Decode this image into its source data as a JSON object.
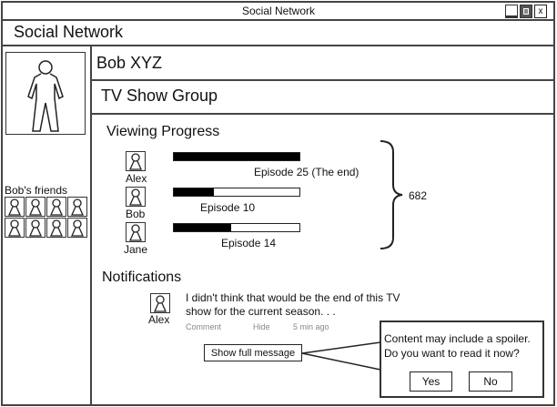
{
  "window": {
    "title": "Social Network",
    "controls": [
      "minimize",
      "maximize",
      "close"
    ],
    "close_label": "x"
  },
  "app": {
    "title": "Social Network"
  },
  "profile": {
    "name": "Bob XYZ",
    "friends_label": "Bob's friends",
    "friends_count": 8
  },
  "group": {
    "title": "TV Show Group"
  },
  "progress": {
    "title": "Viewing Progress",
    "users": [
      {
        "name": "Alex",
        "episode": "Episode 25 (The end)",
        "fraction": 1.0
      },
      {
        "name": "Bob",
        "episode": "Episode 10",
        "fraction": 0.32
      },
      {
        "name": "Jane",
        "episode": "Episode 14",
        "fraction": 0.46
      }
    ],
    "reference": "682"
  },
  "notifications": {
    "title": "Notifications",
    "items": [
      {
        "user": "Alex",
        "text_line1": "I didn't think that would be the end of this TV",
        "text_line2": "show for the current season. . .",
        "comment": "Comment",
        "hide": "Hide",
        "time": "5 min ago",
        "show_full": "Show full message"
      }
    ]
  },
  "spoiler_popup": {
    "line1": "Content may include a spoiler.",
    "line2": "Do you want to read it now?",
    "yes": "Yes",
    "no": "No"
  }
}
